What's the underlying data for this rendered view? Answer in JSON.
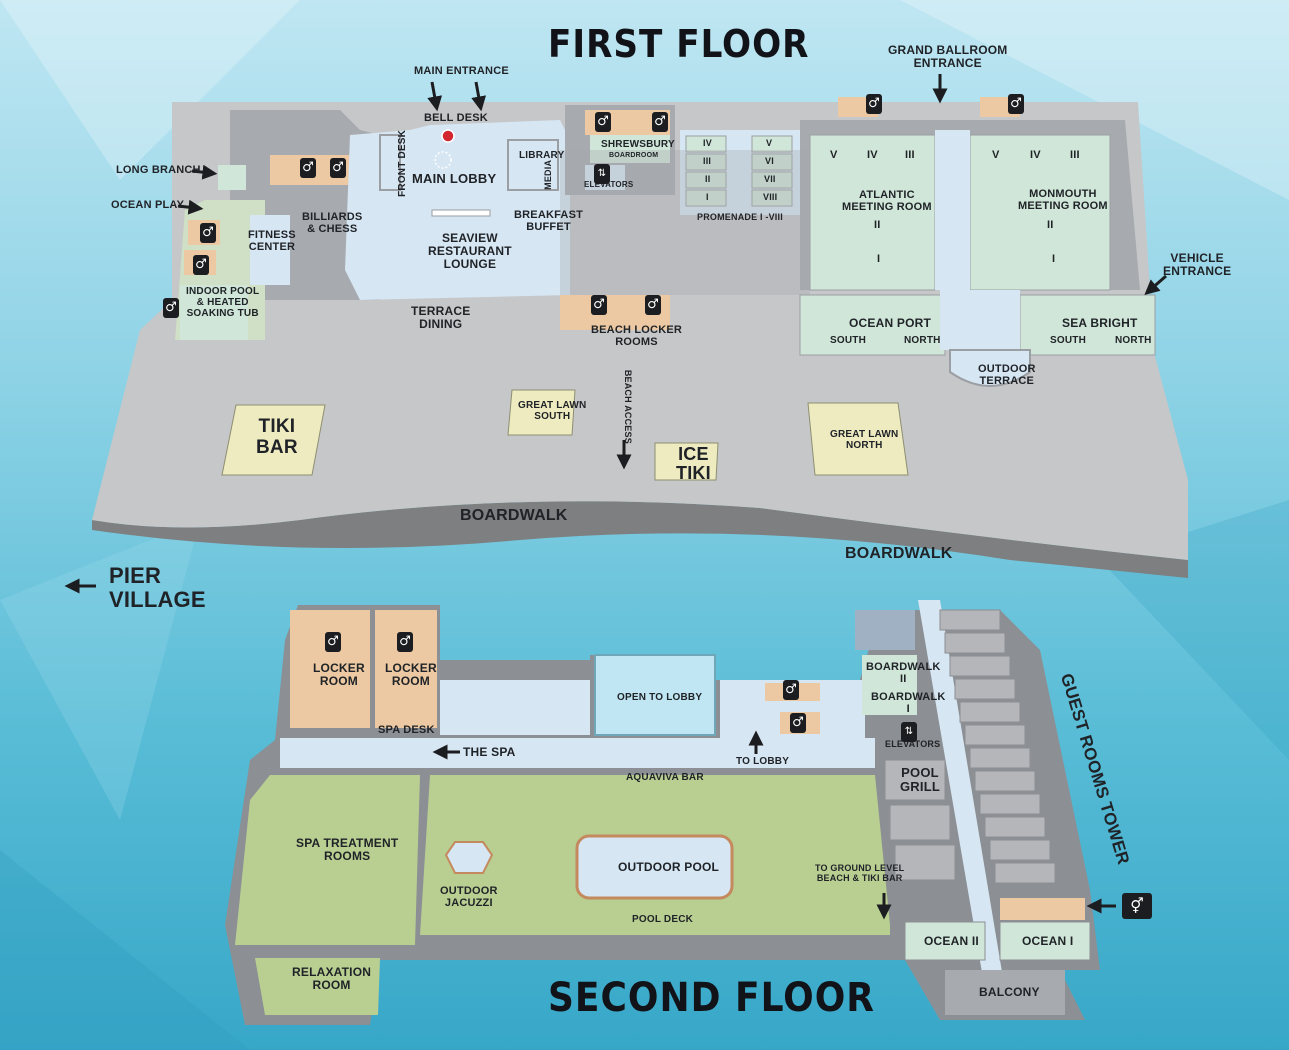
{
  "titles": {
    "first_floor": "FIRST FLOOR",
    "second_floor": "SECOND FLOOR"
  },
  "colors": {
    "background": "#58bcd6",
    "ground": "#c6c7c8",
    "ground_edge": "#7d7f81",
    "interior": "#d6e6f3",
    "meeting": "#cfe6d8",
    "locker": "#ecc9a2",
    "lawn": "#eeebc1",
    "deck": "#b9cf92",
    "wall": "#9b9ea2"
  },
  "first_floor": {
    "main_entrance": "MAIN ENTRANCE",
    "grand_ballroom_entrance": "GRAND BALLROOM\nENTRANCE",
    "bell_desk": "BELL DESK",
    "front_desk": "FRONT DESK",
    "main_lobby": "MAIN LOBBY",
    "library": "LIBRARY",
    "media": "MEDIA",
    "shrewsbury": "SHREWSBURY",
    "boardroom": "BOARDROOM",
    "elevators": "ELEVATORS",
    "promenade": "PROMENADE I -VIII",
    "promenade_rooms": [
      "IV",
      "V",
      "III",
      "VI",
      "II",
      "VII",
      "I",
      "VIII"
    ],
    "long_branch": "LONG BRANCH",
    "ocean_play": "OCEAN PLAY",
    "billiards": "BILLIARDS\n& CHESS",
    "fitness": "FITNESS\nCENTER",
    "indoor_pool": "INDOOR POOL\n& HEATED\nSOAKING TUB",
    "seaview": "SEAVIEW\nRESTAURANT\nLOUNGE",
    "breakfast": "BREAKFAST\nBUFFET",
    "terrace_dining": "TERRACE\nDINING",
    "beach_locker": "BEACH LOCKER\nROOMS",
    "beach_access": "BEACH ACCESS",
    "atlantic": "ATLANTIC\nMEETING ROOM",
    "monmouth": "MONMOUTH\nMEETING ROOM",
    "ballroom_numerals": [
      "V",
      "IV",
      "III",
      "II",
      "I"
    ],
    "vehicle_entrance": "VEHICLE\nENTRANCE",
    "ocean_port": "OCEAN PORT",
    "sea_bright": "SEA BRIGHT",
    "south": "SOUTH",
    "north": "NORTH",
    "outdoor_terrace": "OUTDOOR\nTERRACE",
    "tiki_bar": "TIKI\nBAR",
    "great_lawn_south": "GREAT LAWN\nSOUTH",
    "great_lawn_north": "GREAT LAWN\nNORTH",
    "ice_tiki": "ICE\nTIKI",
    "boardwalk": "BOARDWALK"
  },
  "pier_village": "PIER\nVILLAGE",
  "second_floor": {
    "locker_room": "LOCKER\nROOM",
    "spa_desk": "SPA DESK",
    "the_spa": "THE SPA",
    "open_to_lobby": "OPEN TO LOBBY",
    "to_lobby": "TO LOBBY",
    "aquaviva_bar": "AQUAVIVA BAR",
    "boardwalk_ii": "BOARDWALK\nII",
    "boardwalk_i": "BOARDWALK\nI",
    "elevators": "ELEVATORS",
    "pool_grill": "POOL\nGRILL",
    "guest_rooms_tower": "GUEST ROOMS TOWER",
    "spa_treatment": "SPA TREATMENT\nROOMS",
    "outdoor_jacuzzi": "OUTDOOR\nJACUZZI",
    "outdoor_pool": "OUTDOOR POOL",
    "pool_deck": "POOL DECK",
    "to_ground": "TO GROUND LEVEL\nBEACH & TIKI BAR",
    "ocean_ii": "OCEAN II",
    "ocean_i": "OCEAN I",
    "relaxation": "RELAXATION\nROOM",
    "balcony": "BALCONY"
  },
  "icons": {
    "restroom": "restroom-icon",
    "restroom_men": "man-icon",
    "elevator": "elevator-icon",
    "bell": "star-icon",
    "arrow": "arrow-icon"
  }
}
